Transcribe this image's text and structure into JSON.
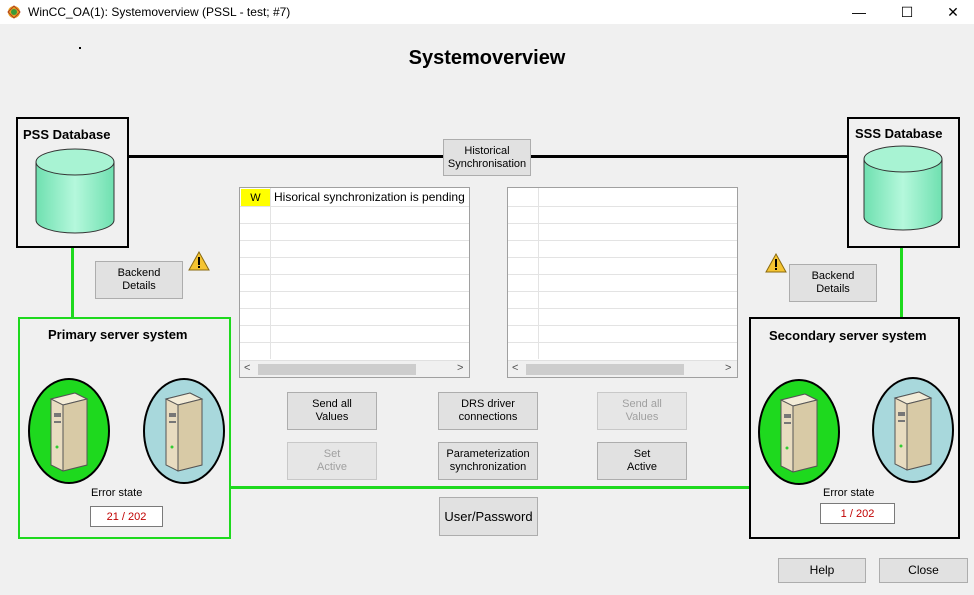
{
  "window": {
    "title": "WinCC_OA(1): Systemoverview (PSSL - test; #7)",
    "minimize_glyph": "—",
    "maximize_glyph": "☐",
    "close_glyph": "✕"
  },
  "page_title": "Systemoverview",
  "pss_database": {
    "label": "PSS Database"
  },
  "sss_database": {
    "label": "SSS Database"
  },
  "historical_sync_button": "Historical\nSynchronisation",
  "backend_details_left": "Backend\nDetails",
  "backend_details_right": "Backend\nDetails",
  "primary_server": {
    "label": "Primary server system",
    "error_label": "Error state",
    "error_value": "21 / 202"
  },
  "secondary_server": {
    "label": "Secondary server system",
    "error_label": "Error state",
    "error_value": "1 / 202"
  },
  "left_table": {
    "rows": [
      {
        "type": "W",
        "message": "Hisorical synchronization is pending"
      }
    ]
  },
  "buttons": {
    "send_all_values_left": "Send all\nValues",
    "set_active_left": "Set\nActive",
    "drs_driver": "DRS driver\nconnections",
    "param_sync": "Parameterization\nsynchronization",
    "send_all_values_right": "Send all\nValues",
    "set_active_right": "Set\nActive",
    "user_password": "User/Password",
    "help": "Help",
    "close": "Close"
  },
  "colors": {
    "link_green": "#1ed91e",
    "warning_yellow": "#ffff00",
    "error_red": "#c00000",
    "cylinder": "#9ef5cf"
  }
}
